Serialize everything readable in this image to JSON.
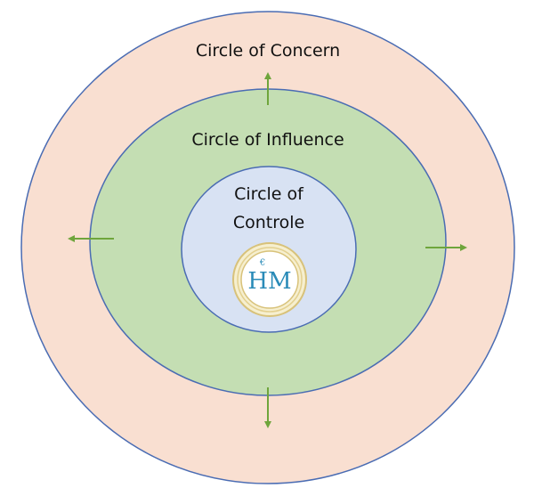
{
  "diagram": {
    "outer": {
      "label": "Circle of Concern",
      "fill": "#f9dfd1",
      "stroke": "#4a6cb3"
    },
    "middle": {
      "label": "Circle of Influence",
      "fill": "#c4deb3",
      "stroke": "#4a6cb3"
    },
    "inner": {
      "label_line1": "Circle of",
      "label_line2": "Controle",
      "fill": "#d8e2f3",
      "stroke": "#4a6cb3"
    },
    "arrow_color": "#6fa53c",
    "logo": {
      "text": "HM",
      "mark": "€",
      "ring_color": "#d8c27a",
      "text_color": "#2a8bb8"
    }
  }
}
